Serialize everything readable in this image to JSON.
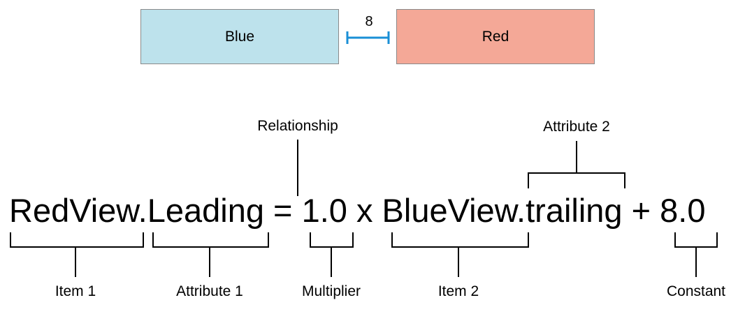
{
  "colors": {
    "blue_view": "#bde2ec",
    "red_view": "#f4a897",
    "spacing_indicator": "#1a8fd6"
  },
  "views": {
    "blue": "Blue",
    "red": "Red",
    "spacing": "8"
  },
  "equation": {
    "item1": "RedView",
    "dot1": ".",
    "attribute1": "Leading",
    "relation": " = ",
    "multiplier": "1.0",
    "times": " x ",
    "item2": "BlueView",
    "dot2": ".",
    "attribute2": "trailing",
    "plus": " + ",
    "constant": "8.0"
  },
  "labels": {
    "relationship": "Relationship",
    "attribute2": "Attribute 2",
    "item1": "Item 1",
    "attribute1": "Attribute 1",
    "multiplier": "Multiplier",
    "item2": "Item 2",
    "constant": "Constant"
  }
}
